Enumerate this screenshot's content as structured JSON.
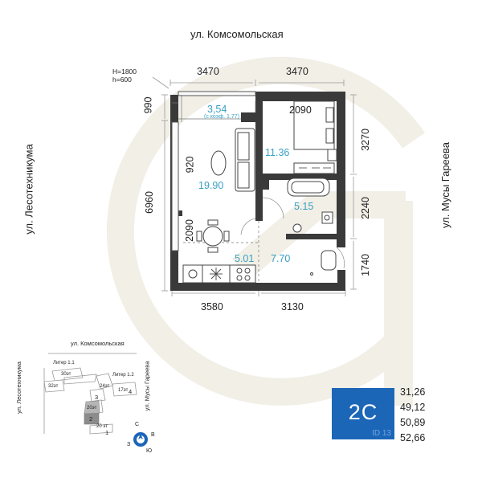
{
  "streets": {
    "top": "ул. Комсомольская",
    "left": "ул. Лесотехникума",
    "right": "ул. Мусы Гареева"
  },
  "dimensions": {
    "top_left": "3470",
    "top_right": "3470",
    "left_top": "990",
    "left_main": "6960",
    "right_1": "3270",
    "right_2": "2240",
    "right_3": "1740",
    "bottom_left": "3580",
    "bottom_right": "3130",
    "inner_920": "920",
    "inner_2090_left": "2090",
    "inner_2090_top": "2090"
  },
  "window_marks": [
    "H=1800",
    "h=600"
  ],
  "room_areas": {
    "balcony": "3,54",
    "balcony_note": "(с коэф. 1,77)",
    "living": "19.90",
    "bedroom": "11.36",
    "bathroom": "5.15",
    "kitchen": "5.01",
    "hall": "7.70"
  },
  "site_plan": {
    "street_top": "ул. Комсомольская",
    "street_left": "ул. Лесотехникума",
    "street_right": "ул. Мусы Гареева",
    "liter_1_1": "Литер 1.1",
    "liter_1_2": "Литер 1.2",
    "floors_30": "30эт",
    "floors_32": "32эт",
    "floors_24": "24эт",
    "floors_17": "17эт",
    "floors_20": "20эт",
    "floors_20b": "20 эт",
    "sec_1": "1",
    "sec_2": "2",
    "sec_3": "3",
    "sec_4": "4",
    "compass_n": "С",
    "compass_e": "В",
    "compass_s": "Ю",
    "compass_w": "З"
  },
  "badge": {
    "code": "2С",
    "id_text": "ID 13"
  },
  "areas_summary": [
    "31,26",
    "49,12",
    "50,89",
    "52,66"
  ],
  "colors": {
    "wall": "#3a3a3a",
    "accent_blue": "#1c66b8",
    "area_text": "#3aa0c4",
    "watermark": "#f1efe6",
    "selected_section": "#8c8c8c"
  }
}
